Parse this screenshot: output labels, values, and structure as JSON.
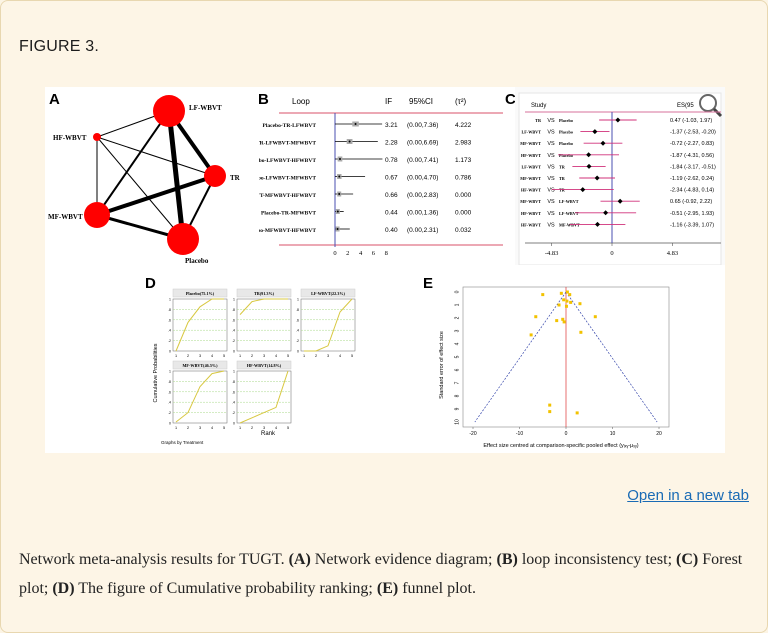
{
  "figure_title": "FIGURE 3.",
  "open_link": "Open in a new tab",
  "caption": {
    "intro": "Network meta-analysis results for TUGT. ",
    "a_tag": "(A)",
    "a_text": " Network evidence diagram; ",
    "b_tag": "(B)",
    "b_text": " loop inconsistency test; ",
    "c_tag": "(C)",
    "c_text": " Forest plot; ",
    "d_tag": "(D)",
    "d_text": " The figure of Cumulative probability ranking; ",
    "e_tag": "(E)",
    "e_text": " funnel plot."
  },
  "panels": {
    "A": {
      "letter": "A",
      "nodes": [
        "LF-WBVT",
        "HF-WBVT",
        "TR",
        "MF-WBVT",
        "Placebo"
      ]
    },
    "B": {
      "letter": "B",
      "headers": {
        "loop": "Loop",
        "if": "IF",
        "ci": "95%CI",
        "tau": "(τ²)"
      },
      "rows": [
        {
          "loop": "Placebo-TR-LFWBVT",
          "if": "3.21",
          "ci": "(0.00,7.36)",
          "tau": "4.222"
        },
        {
          "loop": "TR-LFWBVT-MFWBVT",
          "if": "2.28",
          "ci": "(0.00,6.69)",
          "tau": "2.983"
        },
        {
          "loop": "Placebo-LFWBVT-HFWBVT",
          "if": "0.78",
          "ci": "(0.00,7.41)",
          "tau": "1.173"
        },
        {
          "loop": "Placebo-LFWBVT-MFWBVT",
          "if": "0.67",
          "ci": "(0.00,4.70)",
          "tau": "0.786"
        },
        {
          "loop": "LFWBVT-MFWBVT-HFWBVT",
          "if": "0.66",
          "ci": "(0.00,2.83)",
          "tau": "0.000"
        },
        {
          "loop": "Placebo-TR-MFWBVT",
          "if": "0.44",
          "ci": "(0.00,1.36)",
          "tau": "0.000"
        },
        {
          "loop": "Placebo-MFWBVT-HFWBVT",
          "if": "0.40",
          "ci": "(0.00,2.31)",
          "tau": "0.032"
        }
      ],
      "axis_ticks": [
        "0",
        "2",
        "4",
        "6",
        "8"
      ]
    },
    "C": {
      "letter": "C",
      "study_header": "Study",
      "es_header": "ES(95",
      "rows": [
        {
          "a": "TR",
          "b": "Placebo",
          "text": "0.47 (-1.03, 1.97)",
          "es": 0.47,
          "lo": -1.03,
          "hi": 1.97
        },
        {
          "a": "LF-WBVT",
          "b": "Placebo",
          "text": "-1.37 (-2.53, -0.20)",
          "es": -1.37,
          "lo": -2.53,
          "hi": -0.2
        },
        {
          "a": "MF-WBVT",
          "b": "Placebo",
          "text": "-0.72 (-2.27, 0.83)",
          "es": -0.72,
          "lo": -2.27,
          "hi": 0.83
        },
        {
          "a": "HF-WBVT",
          "b": "Placebo",
          "text": "-1.87 (-4.31, 0.56)",
          "es": -1.87,
          "lo": -4.31,
          "hi": 0.56
        },
        {
          "a": "LF-WBVT",
          "b": "TR",
          "text": "-1.84 (-3.17, -0.51)",
          "es": -1.84,
          "lo": -3.17,
          "hi": -0.51
        },
        {
          "a": "MF-WBVT",
          "b": "TR",
          "text": "-1.19 (-2.62, 0.24)",
          "es": -1.19,
          "lo": -2.62,
          "hi": 0.24
        },
        {
          "a": "HF-WBVT",
          "b": "TR",
          "text": "-2.34 (-4.83, 0.14)",
          "es": -2.34,
          "lo": -4.83,
          "hi": 0.14
        },
        {
          "a": "MF-WBVT",
          "b": "LF-WBVT",
          "text": "0.65 (-0.92, 2.22)",
          "es": 0.65,
          "lo": -0.92,
          "hi": 2.22
        },
        {
          "a": "HF-WBVT",
          "b": "LF-WBVT",
          "text": "-0.51 (-2.95, 1.93)",
          "es": -0.51,
          "lo": -2.95,
          "hi": 1.93
        },
        {
          "a": "HF-WBVT",
          "b": "MF-WBVT",
          "text": "-1.16 (-3.39, 1.07)",
          "es": -1.16,
          "lo": -3.39,
          "hi": 1.07
        }
      ],
      "axis_ticks": [
        "-4.83",
        "0",
        "4.83"
      ],
      "vs": "VS"
    },
    "D": {
      "letter": "D",
      "ylabel": "Cumulative Probabilities",
      "xlabel": "Rank",
      "footer": "Graphs by Treatment",
      "subplots": [
        {
          "title": "Placebo(75.1%)",
          "cum": [
            0.0,
            0.55,
            0.85,
            1.0,
            1.0
          ]
        },
        {
          "title": "TR(91.3%)",
          "cum": [
            0.7,
            0.95,
            1.0,
            1.0,
            1.0
          ]
        },
        {
          "title": "LF-WBVT(22.3%)",
          "cum": [
            0.0,
            0.0,
            0.1,
            0.75,
            1.0
          ]
        },
        {
          "title": "MF-WBVT(46.5%)",
          "cum": [
            0.02,
            0.2,
            0.7,
            0.95,
            1.0
          ]
        },
        {
          "title": "HF-WBVT(14.8%)",
          "cum": [
            0.0,
            0.1,
            0.2,
            0.3,
            1.0
          ]
        }
      ],
      "y_ticks": [
        "0",
        ".2",
        ".4",
        ".6",
        ".8",
        "1"
      ],
      "x_ticks": [
        "1",
        "2",
        "3",
        "4",
        "5"
      ]
    },
    "E": {
      "letter": "E",
      "ylabel": "Standard error of effect size",
      "xlabel": "Effect size centred at comparison-specific pooled effect (yᵢₓᵧ-μₓᵧ)",
      "x_ticks": [
        "-20",
        "-10",
        "0",
        "10",
        "20"
      ],
      "y_ticks": [
        "0",
        "1",
        "2",
        "3",
        "4",
        "5",
        "6",
        "7",
        "8",
        "9",
        "10"
      ],
      "points": [
        {
          "x": -5.0,
          "y": 0.2
        },
        {
          "x": -1.0,
          "y": 0.1
        },
        {
          "x": 0.3,
          "y": 0.0
        },
        {
          "x": 0.8,
          "y": 0.2
        },
        {
          "x": -0.5,
          "y": 0.6
        },
        {
          "x": 0.2,
          "y": 0.7
        },
        {
          "x": 1.0,
          "y": 0.8
        },
        {
          "x": 3.0,
          "y": 0.9
        },
        {
          "x": -1.5,
          "y": 1.0
        },
        {
          "x": 0.1,
          "y": 1.1
        },
        {
          "x": -6.5,
          "y": 1.9
        },
        {
          "x": 6.3,
          "y": 1.9
        },
        {
          "x": -0.7,
          "y": 2.1
        },
        {
          "x": -2.0,
          "y": 2.2
        },
        {
          "x": -0.4,
          "y": 2.3
        },
        {
          "x": -7.5,
          "y": 3.3
        },
        {
          "x": 3.2,
          "y": 3.1
        },
        {
          "x": -3.5,
          "y": 8.7
        },
        {
          "x": -3.5,
          "y": 9.2
        },
        {
          "x": 2.4,
          "y": 9.3
        }
      ]
    }
  }
}
